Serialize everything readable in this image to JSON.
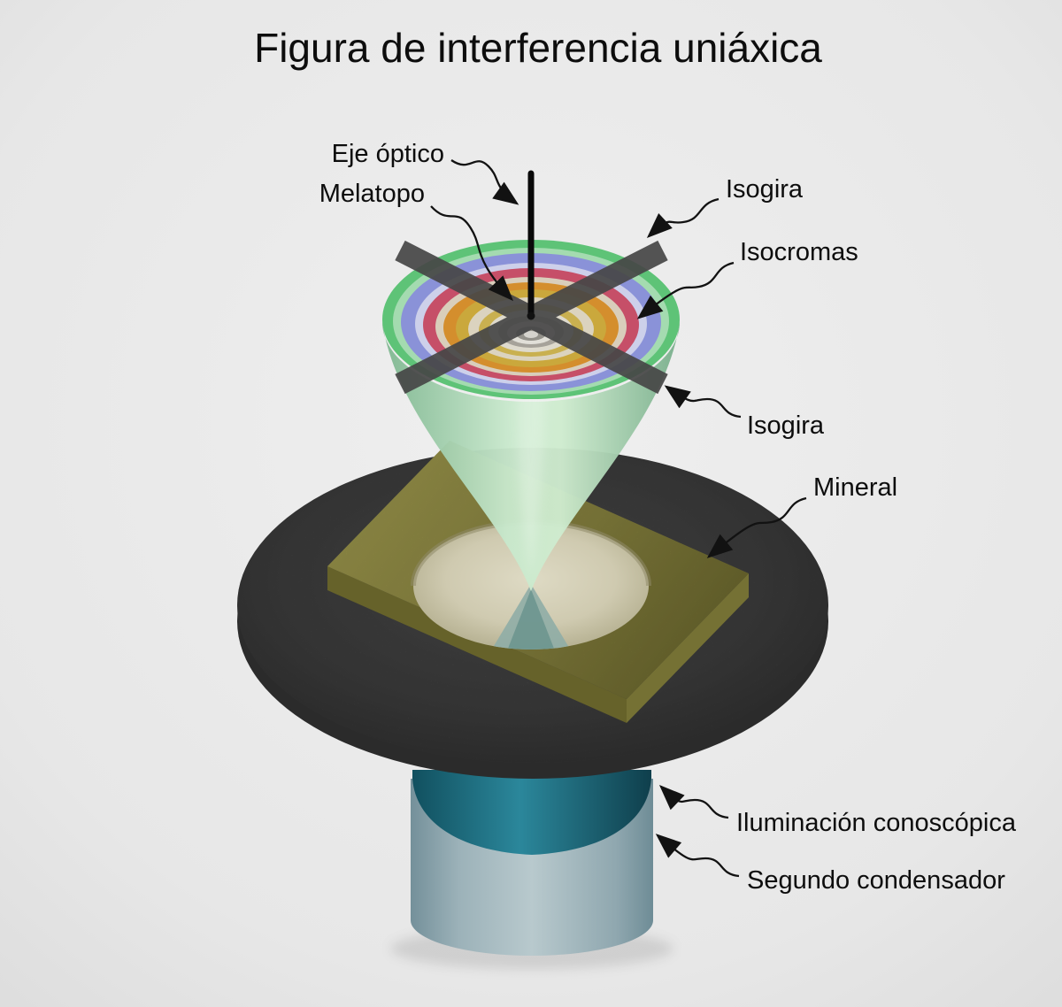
{
  "title": "Figura de interferencia uniáxica",
  "labels": {
    "eje_optico": "Eje óptico",
    "melatopo": "Melatopo",
    "isogira_top": "Isogira",
    "isocromas": "Isocromas",
    "isogira_right": "Isogira",
    "mineral": "Mineral",
    "iluminacion_conoscopica": "Iluminación conoscópica",
    "segundo_condensador": "Segundo condensador"
  },
  "colors": {
    "background": "#e8e8e8",
    "isogyre_gray": "#474747",
    "optical_axis_black": "#0a0a0a",
    "ring_green": "#5ec377",
    "ring_pale_green": "#a4dbb0",
    "ring_blue": "#8a92d8",
    "ring_red": "#c64f68",
    "ring_orange": "#d48e2d",
    "ring_gold": "#c9b050",
    "mineral_olive": "#8a8540",
    "stage_dark": "#4a4a4a",
    "condenser_teal": "#2b879b",
    "condenser_body": "#9fb5bc"
  }
}
